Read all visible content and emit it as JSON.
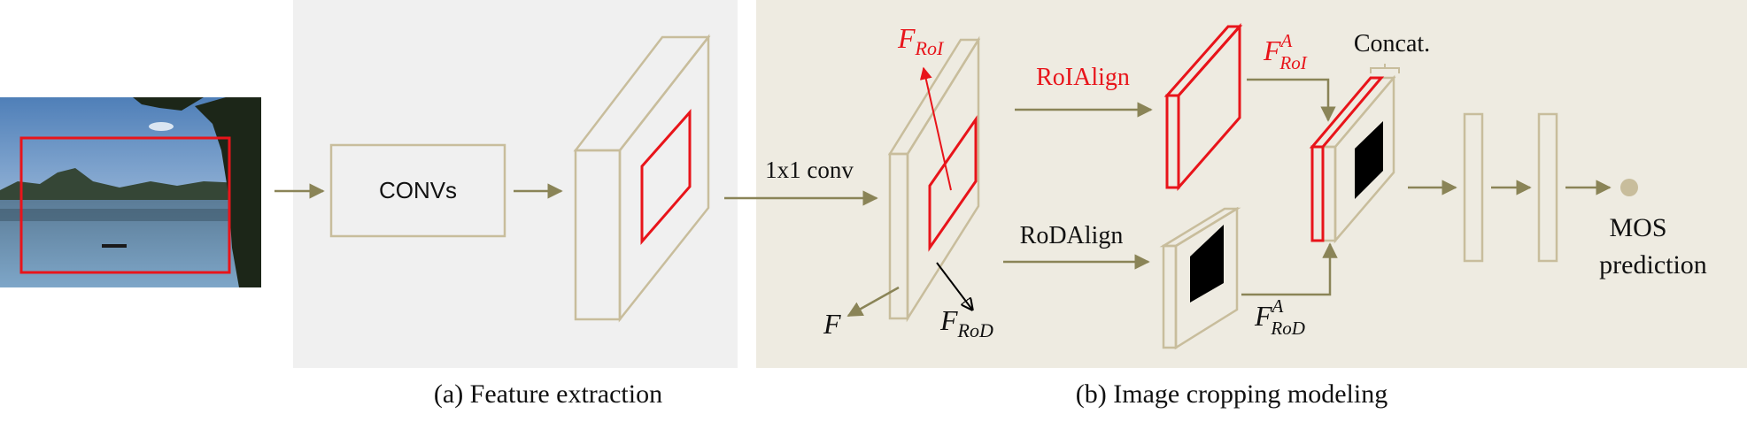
{
  "colors": {
    "panel_a_bg": "#f0f0f0",
    "panel_b_bg": "#eeebe1",
    "feature_stroke": "#c8bd9c",
    "arrow": "#8a8457",
    "roi_red": "#e8141a",
    "black": "#000000",
    "sky": "#a8c8e6",
    "water": "#5f8fb6",
    "mountain": "#3b4a3c",
    "dot": "#c8bd9c"
  },
  "icons": {
    "input_photo": "lake-landscape-photo",
    "circle": "mos-output-dot"
  },
  "labels": {
    "convs": "CONVs",
    "conv1x1": "1x1 conv",
    "roialign": "RoIAlign",
    "rodalign": "RoDAlign",
    "concat": "Concat.",
    "mos_line1": "MOS",
    "mos_line2": "prediction",
    "f": "F",
    "f_roi_main": "F",
    "f_roi_sub": "RoI",
    "f_rod_main": "F",
    "f_rod_sub": "RoD",
    "f_roi_a_main": "F",
    "f_roi_a_sup": "A",
    "f_roi_a_sub": "RoI",
    "f_rod_a_main": "F",
    "f_rod_a_sup": "A",
    "f_rod_a_sub": "RoD"
  },
  "captions": {
    "a": "(a) Feature extraction",
    "b": "(b) Image cropping modeling"
  }
}
